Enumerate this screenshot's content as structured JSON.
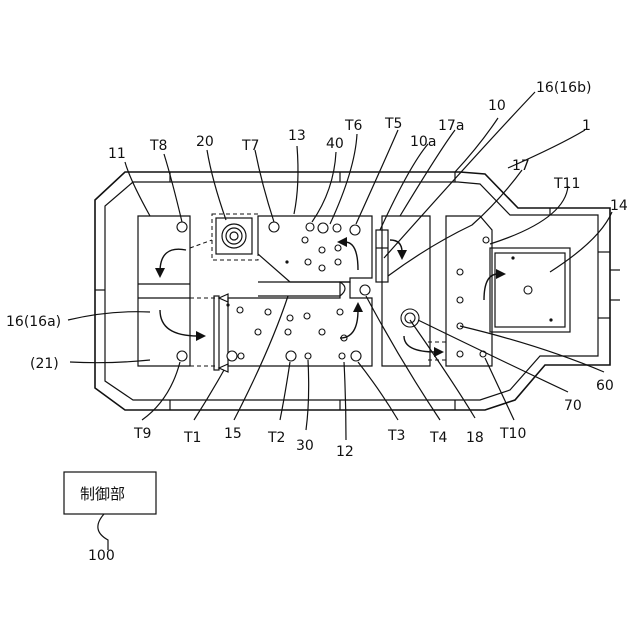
{
  "labels": {
    "l16b": "16(16b)",
    "l10": "10",
    "l1": "1",
    "l13": "13",
    "lT6": "T6",
    "lT5": "T5",
    "l17a": "17a",
    "l11": "11",
    "lT8": "T8",
    "l20": "20",
    "lT7": "T7",
    "l40": "40",
    "l10a": "10a",
    "l17": "17",
    "lT11": "T11",
    "l14": "14",
    "l16a": "16(16a)",
    "l21": "(21)",
    "l60": "60",
    "l70": "70",
    "lT9": "T9",
    "lT1": "T1",
    "l15": "15",
    "lT2": "T2",
    "l30": "30",
    "l12": "12",
    "lT3": "T3",
    "lT4": "T4",
    "l18": "18",
    "lT10": "T10",
    "l100": "100"
  },
  "control_box": {
    "label": "制御部"
  }
}
